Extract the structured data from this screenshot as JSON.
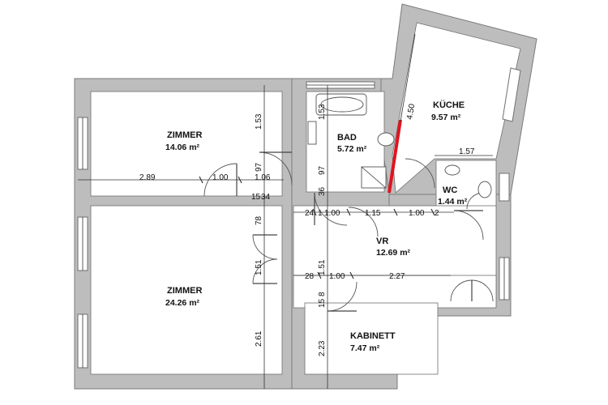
{
  "rooms": {
    "zimmer_top": {
      "name": "ZIMMER",
      "area": "14.06 m²"
    },
    "zimmer_bottom": {
      "name": "ZIMMER",
      "area": "24.26 m²"
    },
    "bad": {
      "name": "BAD",
      "area": "5.72 m²"
    },
    "kueche": {
      "name": "KÜCHE",
      "area": "9.57 m²"
    },
    "wc": {
      "name": "WC",
      "area": "1.44 m²"
    },
    "vr": {
      "name": "VR",
      "area": "12.69 m²"
    },
    "kabinett": {
      "name": "KABINETT",
      "area": "7.47 m²"
    }
  },
  "dimensions": {
    "d_289": "2.89",
    "d_100a": "1.00",
    "d_106": "1.06",
    "d_153a": "1.53",
    "d_97a": "97",
    "d_15": "15",
    "d_34": "34",
    "d_78": "78",
    "d_151a": "1.51",
    "d_261": "2.61",
    "d_153b": "1.53",
    "d_97b": "97",
    "d_36": "36",
    "d_24": "24",
    "d_1": "1",
    "d_100b": "1.00",
    "d_115": "1.15",
    "d_100c": "1.00",
    "d_2": "2",
    "d_450": "4.50",
    "d_157": "1.57",
    "d_28": "28",
    "d_151b": "1.51",
    "d_100d": "1.00",
    "d_227": "2.27",
    "d_15b": "15",
    "d_8": "8",
    "d_223": "2.23"
  },
  "colors": {
    "wall": "#bdbdbd",
    "highlight_wall": "#e0141e"
  }
}
